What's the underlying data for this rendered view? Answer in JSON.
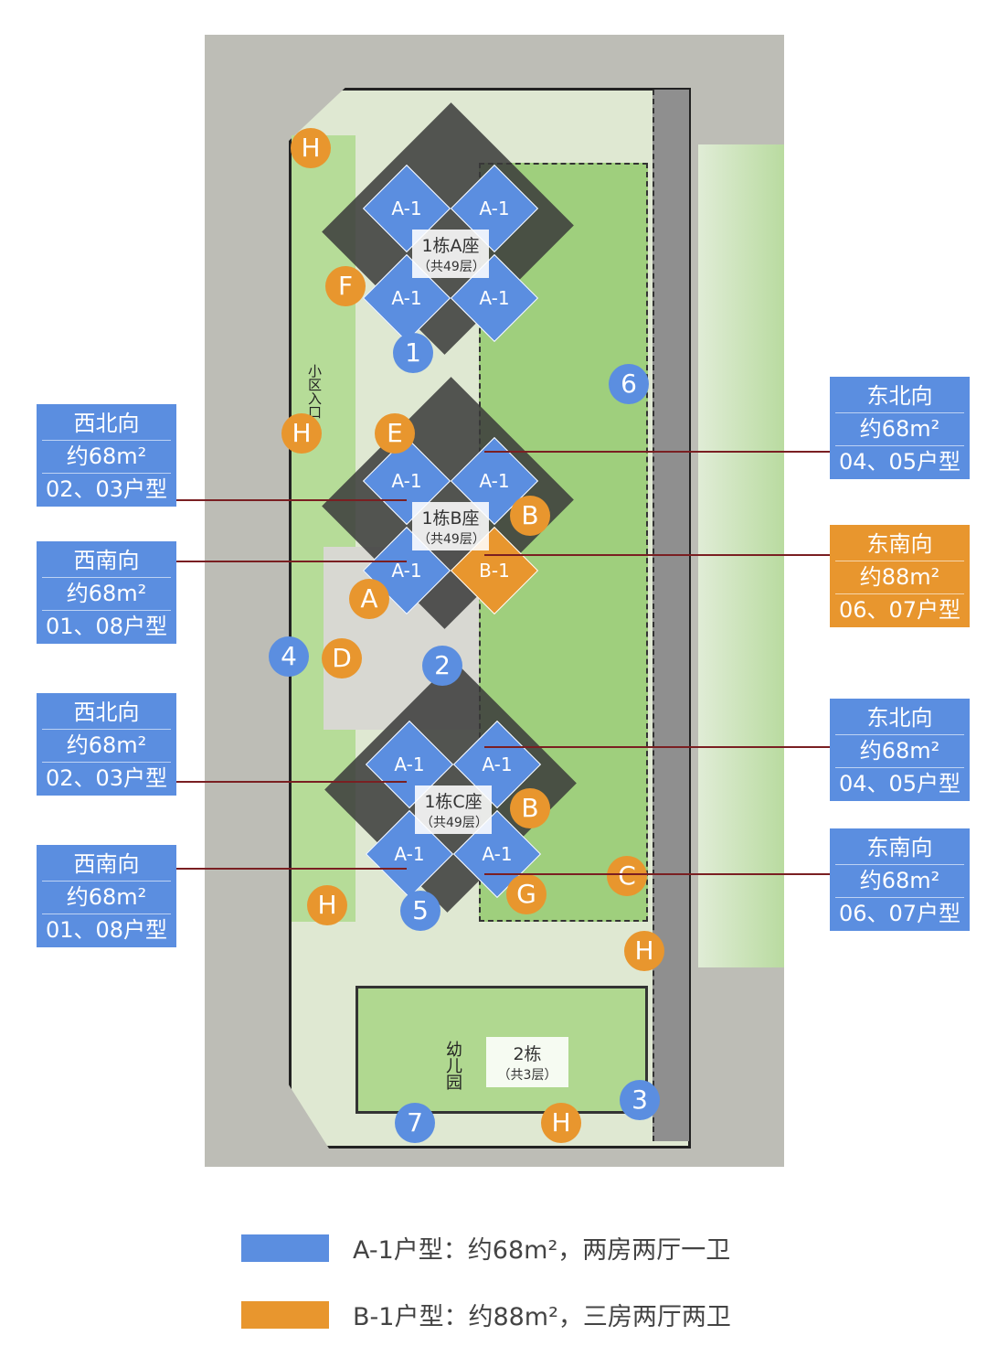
{
  "colors": {
    "a1": "#5b8ee0",
    "b1": "#e8962e",
    "site_green": "#a9d48a",
    "dark": "#3a3a3a"
  },
  "buildings": [
    {
      "name": "1栋A座",
      "floors": "（共49层）",
      "units": [
        "A-1",
        "A-1",
        "A-1",
        "A-1"
      ]
    },
    {
      "name": "1栋B座",
      "floors": "（共49层）",
      "units": [
        "A-1",
        "A-1",
        "A-1",
        "B-1"
      ]
    },
    {
      "name": "1栋C座",
      "floors": "（共49层）",
      "units": [
        "A-1",
        "A-1",
        "A-1",
        "A-1"
      ]
    },
    {
      "name": "2栋",
      "floors": "（共3层）"
    }
  ],
  "kindergarten": "幼儿园",
  "entrance": "小区入口",
  "orange_markers": [
    "H",
    "F",
    "H",
    "E",
    "B",
    "A",
    "D",
    "B",
    "C",
    "G",
    "H",
    "H",
    "H"
  ],
  "blue_markers": [
    "1",
    "6",
    "4",
    "2",
    "5",
    "3",
    "7"
  ],
  "left_labels": [
    {
      "dir": "西北向",
      "area": "约68m²",
      "type": "02、03户型"
    },
    {
      "dir": "西南向",
      "area": "约68m²",
      "type": "01、08户型"
    },
    {
      "dir": "西北向",
      "area": "约68m²",
      "type": "02、03户型"
    },
    {
      "dir": "西南向",
      "area": "约68m²",
      "type": "01、08户型"
    }
  ],
  "right_labels": [
    {
      "dir": "东北向",
      "area": "约68m²",
      "type": "04、05户型"
    },
    {
      "dir": "东南向",
      "area": "约88m²",
      "type": "06、07户型"
    },
    {
      "dir": "东北向",
      "area": "约68m²",
      "type": "04、05户型"
    },
    {
      "dir": "东南向",
      "area": "约68m²",
      "type": "06、07户型"
    }
  ],
  "legend": [
    {
      "text": "A-1户型：约68m²，两房两厅一卫"
    },
    {
      "text": "B-1户型：约88m²，三房两厅两卫"
    }
  ]
}
